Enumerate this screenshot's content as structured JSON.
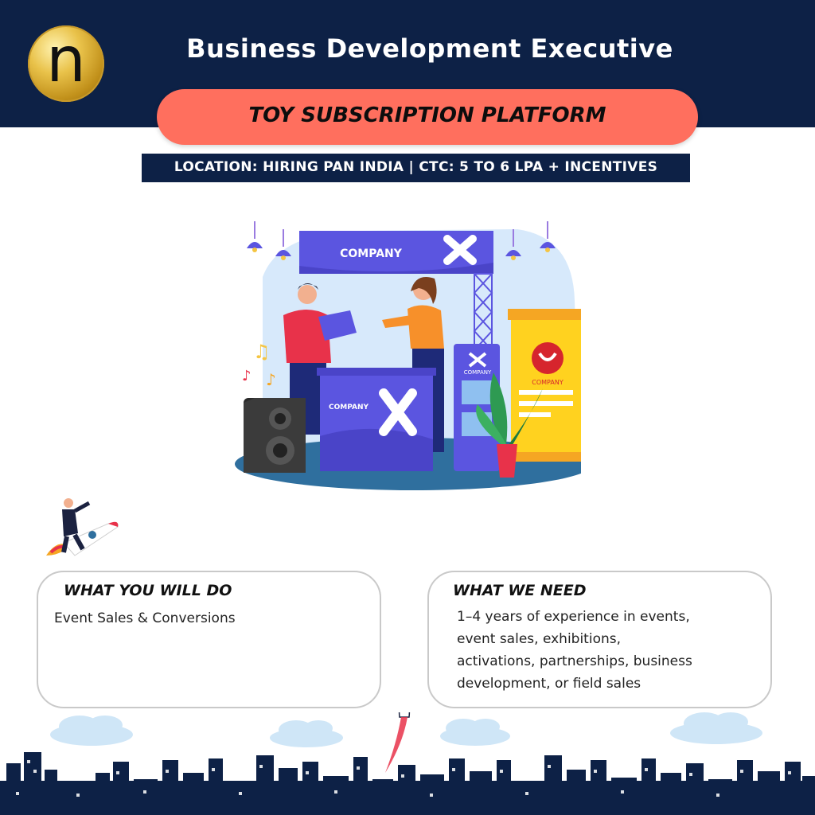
{
  "header": {
    "logo_letter": "n",
    "title": "Business Development Executive"
  },
  "banner": {
    "subtitle": "TOY SUBSCRIPTION PLATFORM",
    "location_line": "LOCATION: HIRING PAN INDIA | CTC: 5 TO 6 LPA + INCENTIVES"
  },
  "illustration": {
    "booth_sign": "COMPANY",
    "counter_label": "COMPANY",
    "standee_label": "COMPANY",
    "banner_label": "COMPANY"
  },
  "cards": {
    "left": {
      "title": "WHAT YOU WILL DO",
      "body": "Event Sales & Conversions"
    },
    "right": {
      "title": "WHAT WE NEED",
      "lines": [
        "1–4 years of experience in events,",
        "event sales, exhibitions,",
        "activations, partnerships, business",
        "development, or field sales"
      ]
    }
  },
  "colors": {
    "navy": "#0d2146",
    "coral": "#ff6f5e",
    "purple": "#5b55e0",
    "gold": "#e0b43a"
  },
  "icons": [
    "logo-n",
    "rocket-man",
    "small-rocket",
    "music-notes",
    "speaker",
    "city-skyline",
    "clouds"
  ]
}
